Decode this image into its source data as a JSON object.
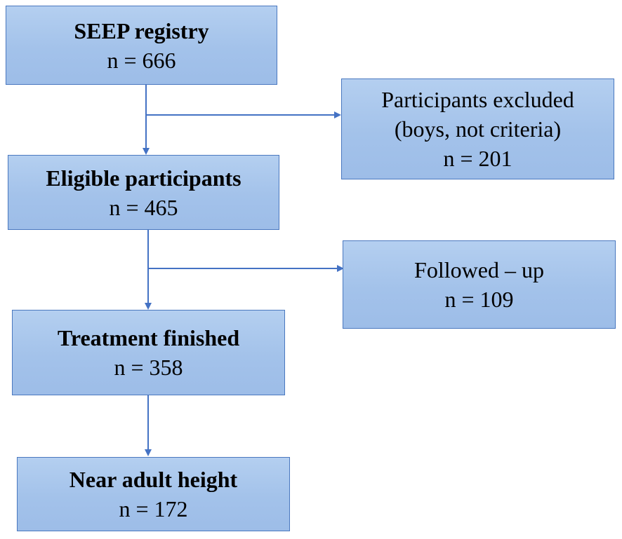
{
  "boxes": {
    "seep_registry": {
      "title": "SEEP registry",
      "count": "n = 666"
    },
    "eligible": {
      "title": "Eligible participants",
      "count": "n = 465"
    },
    "treatment_finished": {
      "title": "Treatment finished",
      "count": "n = 358"
    },
    "near_adult_height": {
      "title": "Near adult height",
      "count": "n = 172"
    },
    "excluded": {
      "line1": "Participants excluded",
      "line2": "(boys, not criteria)",
      "count": "n = 201"
    },
    "followed_up": {
      "line1": "Followed – up",
      "count": "n = 109"
    }
  },
  "colors": {
    "box_fill": "#a9c6ec",
    "box_border": "#4a78bf",
    "arrow": "#4472c4",
    "text": "#000000"
  }
}
